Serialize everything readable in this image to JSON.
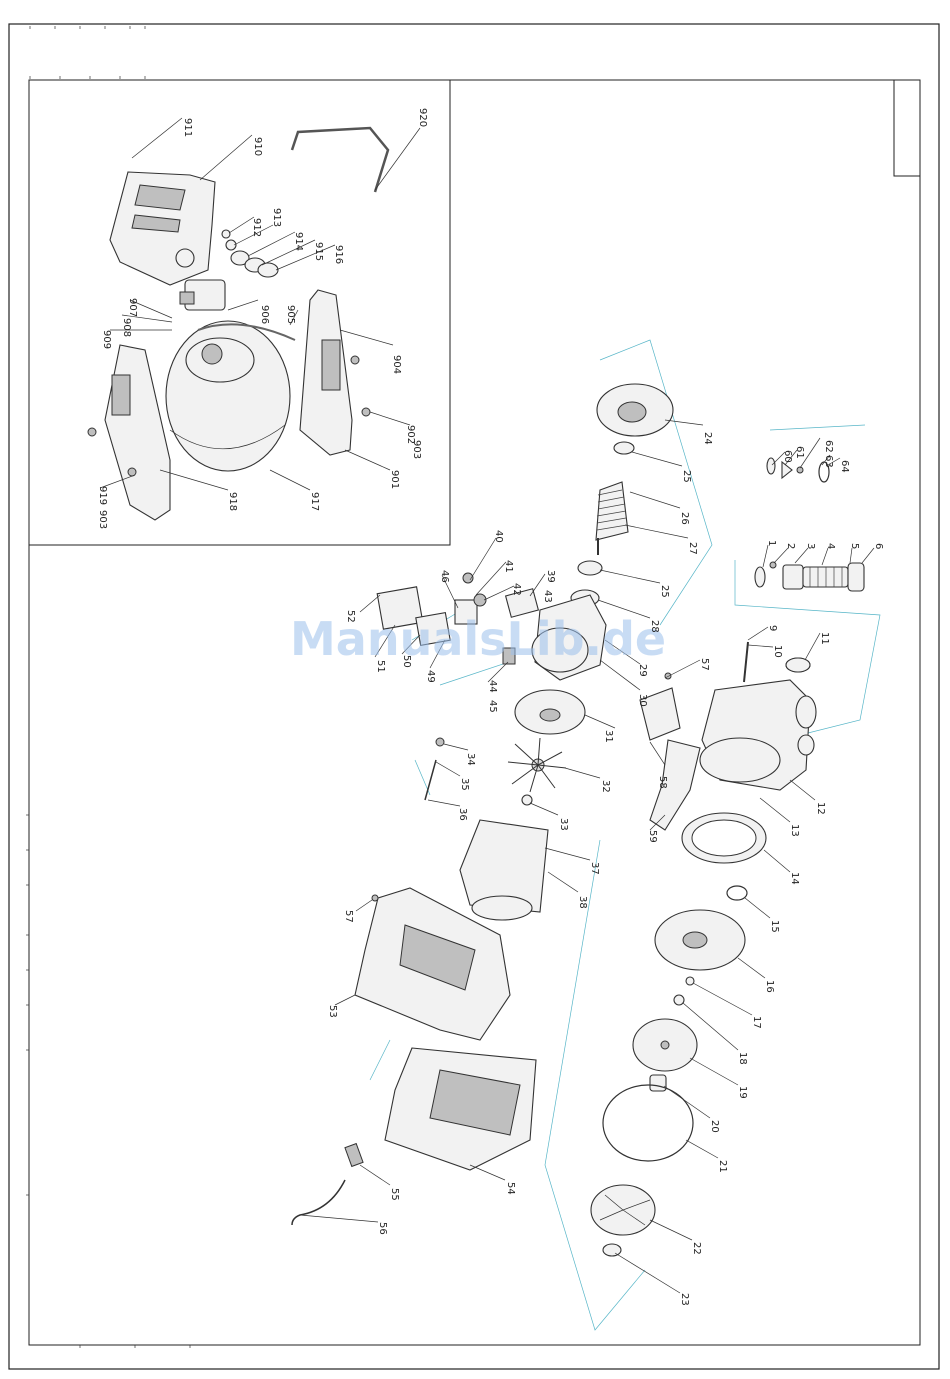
{
  "watermark": "ManualsLib.de",
  "inset_labels": [
    "911",
    "910",
    "920",
    "912",
    "913",
    "914",
    "915",
    "916",
    "907",
    "908",
    "909",
    "906",
    "905",
    "904",
    "902",
    "903",
    "901",
    "917",
    "918",
    "919",
    "903"
  ],
  "main_labels": [
    "24",
    "25",
    "26",
    "27",
    "25",
    "28",
    "29",
    "30",
    "40",
    "41",
    "42",
    "43",
    "39",
    "46",
    "52",
    "51",
    "50",
    "49",
    "44",
    "45",
    "31",
    "34",
    "35",
    "36",
    "32",
    "33",
    "37",
    "38",
    "57",
    "53",
    "54",
    "55",
    "56",
    "62",
    "60",
    "61",
    "63",
    "64",
    "1",
    "2",
    "3",
    "4",
    "5",
    "6",
    "9",
    "10",
    "11",
    "57",
    "58",
    "59",
    "12",
    "13",
    "14",
    "15",
    "16",
    "17",
    "18",
    "19",
    "20",
    "21",
    "22",
    "23"
  ]
}
